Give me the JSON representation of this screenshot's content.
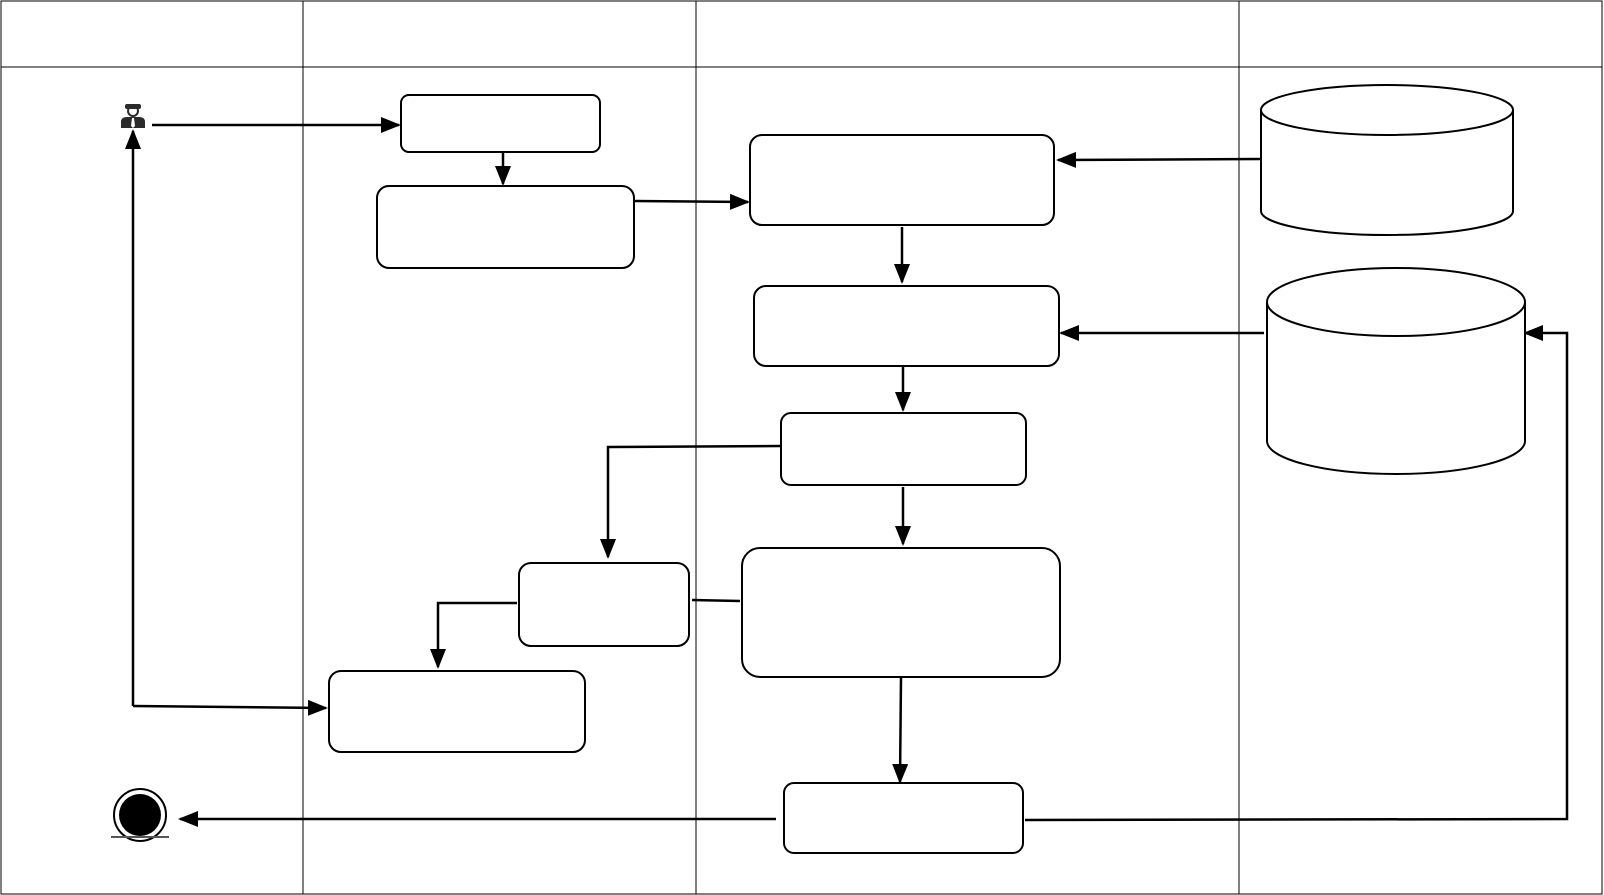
{
  "diagram": {
    "type": "swimlane-activity-diagram",
    "lanes": [
      {
        "id": "lane-1",
        "label": ""
      },
      {
        "id": "lane-2",
        "label": ""
      },
      {
        "id": "lane-3",
        "label": ""
      },
      {
        "id": "lane-4",
        "label": ""
      }
    ],
    "nodes": {
      "start": {
        "kind": "actor",
        "label": ""
      },
      "end": {
        "kind": "final",
        "label": ""
      },
      "box_a": {
        "kind": "activity",
        "label": ""
      },
      "box_b": {
        "kind": "activity",
        "label": ""
      },
      "box_c": {
        "kind": "activity",
        "label": ""
      },
      "box_d": {
        "kind": "activity",
        "label": ""
      },
      "box_e": {
        "kind": "activity",
        "label": ""
      },
      "box_f": {
        "kind": "activity",
        "label": ""
      },
      "box_g": {
        "kind": "activity",
        "label": ""
      },
      "box_h": {
        "kind": "activity",
        "label": ""
      },
      "box_i": {
        "kind": "activity",
        "label": ""
      },
      "db_1": {
        "kind": "datastore",
        "label": ""
      },
      "db_2": {
        "kind": "datastore",
        "label": ""
      }
    },
    "colors": {
      "stroke": "#000000",
      "fill": "#ffffff",
      "actor": "#2b2b2b"
    }
  }
}
